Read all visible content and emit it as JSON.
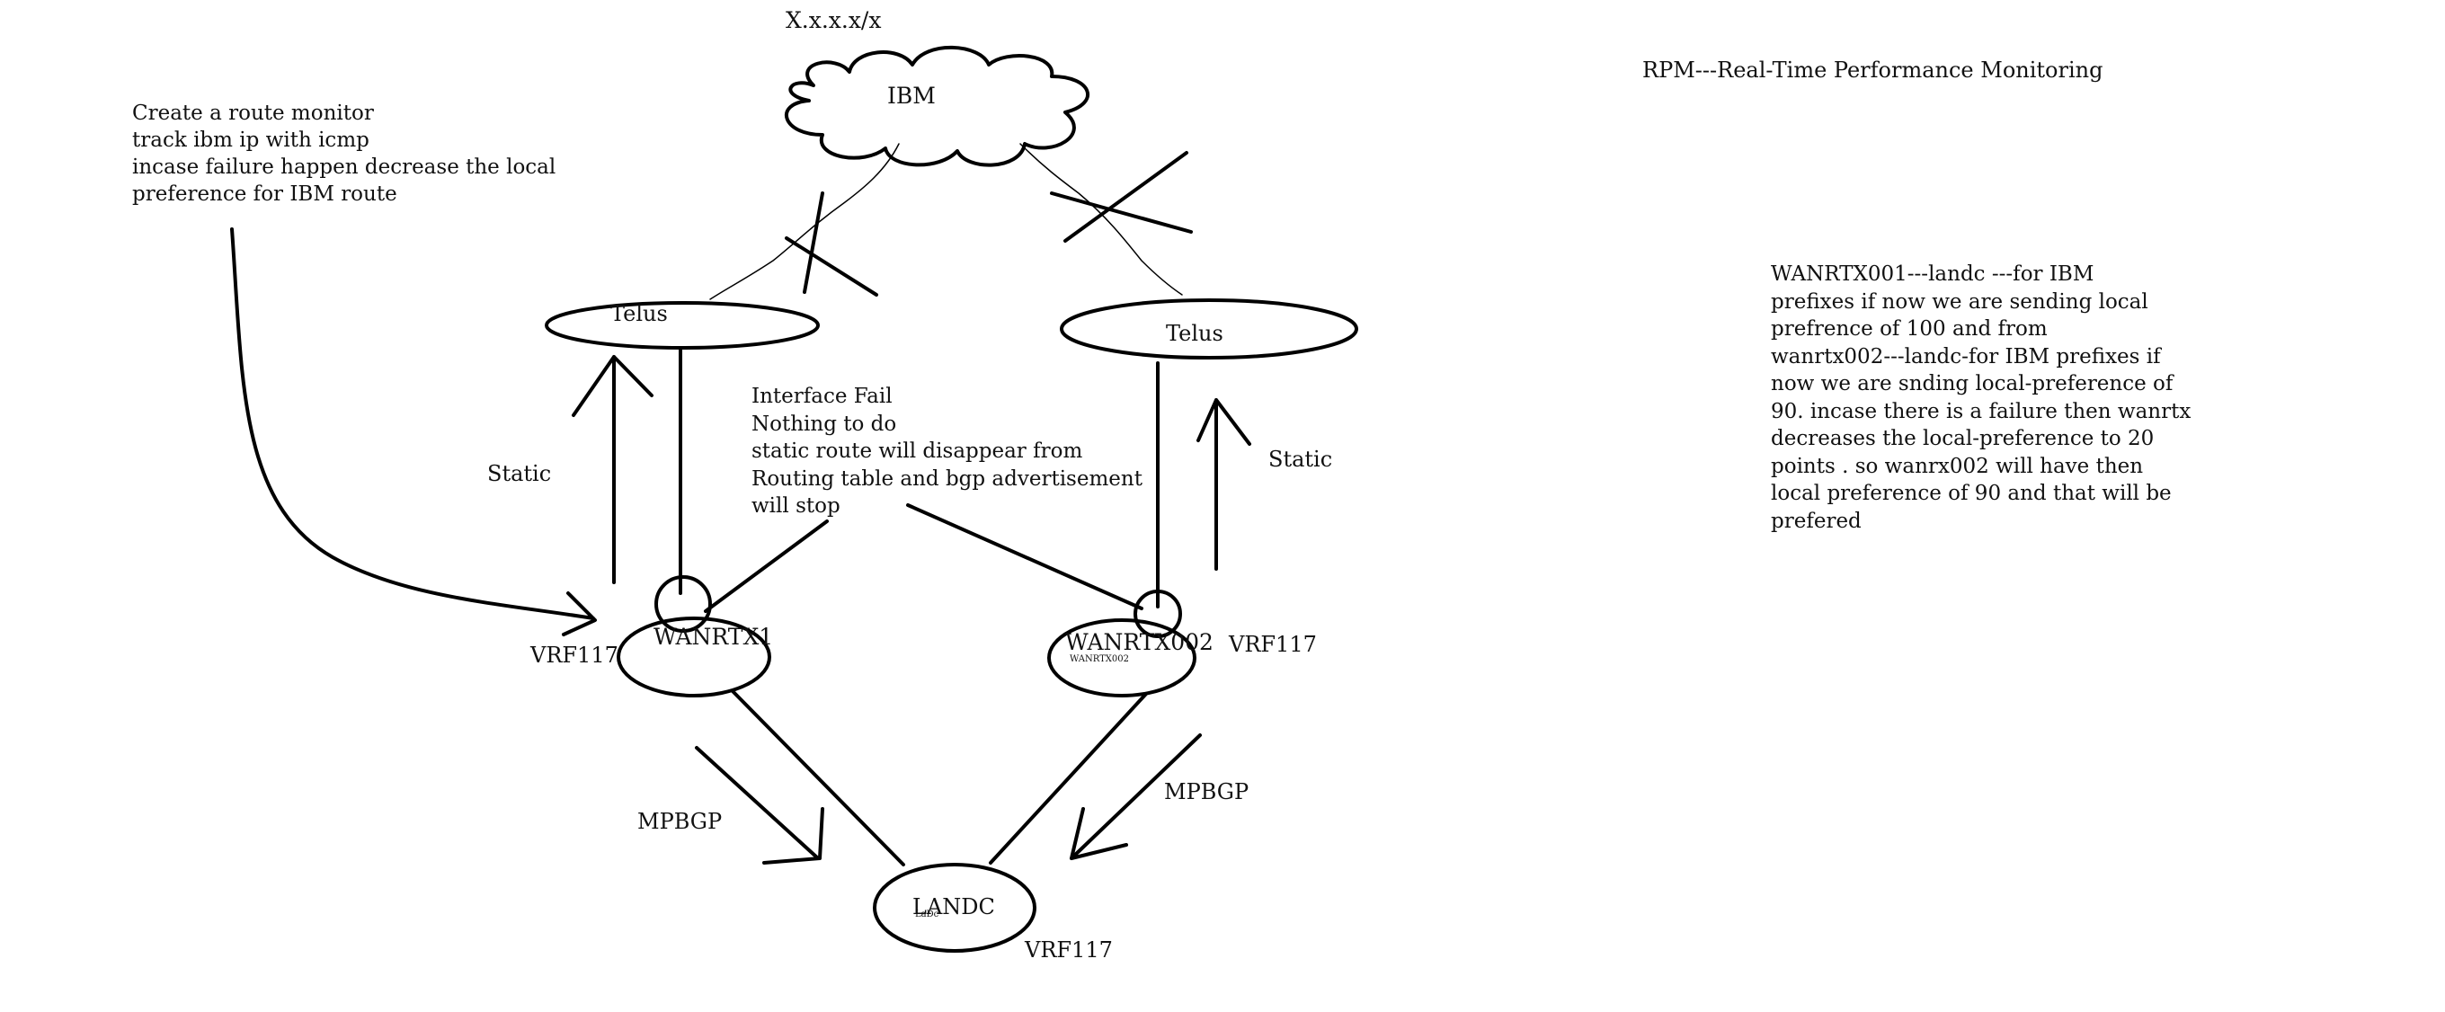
{
  "top_label": "X.x.x.x/x",
  "cloud_label": "IBM",
  "rpm_title": "RPM---Real-Time Performance Monitoring",
  "route_monitor_note": [
    "Create a route monitor",
    "track ibm ip with icmp",
    "incase failure happen decrease the local",
    "preference for IBM route"
  ],
  "interface_note": [
    "Interface Fail",
    "Nothing to do",
    "static route will disappear from",
    "Routing table and bgp advertisement",
    "will stop"
  ],
  "explanation_note": [
    "WANRTX001---landc ---for IBM",
    "prefixes if now we are sending local",
    "prefrence of 100 and from",
    "wanrtx002---landc-for IBM prefixes if",
    "now we are snding local-preference of",
    "90. incase there is a failure then wanrtx",
    "decreases the local-preference to 20",
    "points . so wanrx002 will have then",
    "local preference of 90 and that will be",
    "prefered"
  ],
  "nodes": {
    "telus_left": "Telus",
    "telus_right": "Telus",
    "wanrtx1": "WANRTX1",
    "wanrtx2": "WANRTX002",
    "wanrtx2_small": "WANRTX002",
    "landc": "LANDC",
    "landc_small": "LaDc"
  },
  "labels": {
    "static_left": "Static",
    "static_right": "Static",
    "vrf_left": "VRF117",
    "vrf_right": "VRF117",
    "vrf_bottom": "VRF117",
    "mpbgp_left": "MPBGP",
    "mpbgp_right": "MPBGP"
  }
}
